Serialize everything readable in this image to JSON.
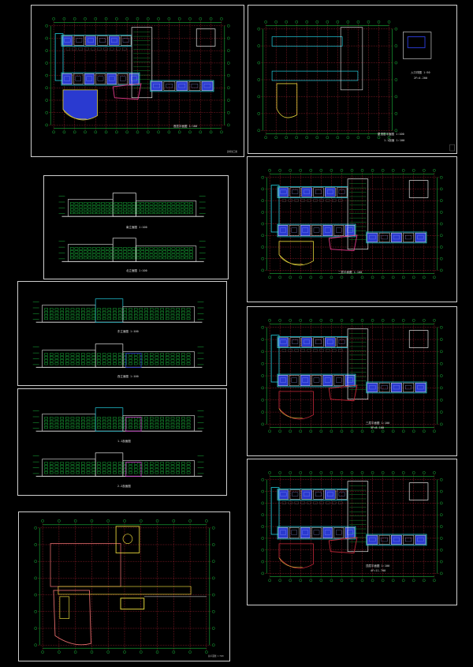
{
  "colors": {
    "background": "#000000",
    "frame": "#cfcfcf",
    "grid_green": "#20e04a",
    "axis_red": "#c8283a",
    "wall_cyan": "#22d0e0",
    "room_blue": "#2a3ad0",
    "room_white": "#e8e8e8",
    "yellow": "#e2d23a",
    "magenta": "#d040d0"
  },
  "sheets": [
    {
      "id": "ground-floor-plan",
      "kind": "floor-plan",
      "labels": {
        "title": "首层平面图  1:100",
        "sub": "",
        "corner": "建筑施工图"
      }
    },
    {
      "id": "roof-plan",
      "kind": "roof-plan",
      "labels": {
        "title": "屋顶层平面图 1:100",
        "sub": "1-1剖面 1:100",
        "detail": "入口详图 1:50",
        "detail_sub": "2F=4.200"
      }
    },
    {
      "id": "elevations-a",
      "kind": "elevation",
      "labels": {
        "upper": "南立面图  1:100",
        "lower": "北立面图  1:100"
      }
    },
    {
      "id": "second-floor-plan",
      "kind": "floor-plan",
      "labels": {
        "title": "二层平面图  1:100",
        "sub": ""
      }
    },
    {
      "id": "elevations-b",
      "kind": "elevation",
      "labels": {
        "upper": "东立面图  1:100",
        "lower": "西立面图  1:100"
      }
    },
    {
      "id": "third-floor-plan",
      "kind": "floor-plan",
      "labels": {
        "title": "三层平面图  1:100",
        "sub": "3F=8.100"
      }
    },
    {
      "id": "elevations-c",
      "kind": "elevation",
      "labels": {
        "upper": "1-1剖面图",
        "lower": "2-2剖面图"
      }
    },
    {
      "id": "fourth-floor-plan",
      "kind": "floor-plan",
      "labels": {
        "title": "顶层平面图  1:100",
        "sub": "4F=11.700"
      }
    },
    {
      "id": "site-plan",
      "kind": "site-plan",
      "labels": {
        "title": "总平面图  1:500",
        "sub": ""
      }
    }
  ]
}
